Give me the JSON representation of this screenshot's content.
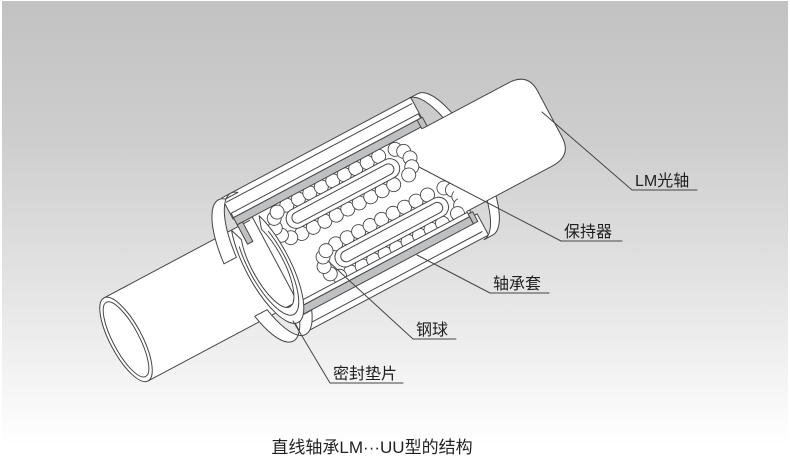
{
  "page": {
    "background_top": "#c2c2c3",
    "background_bottom": "#ffffff",
    "line_color": "#454545",
    "cut_surface_color": "#bfc0c2",
    "part_fill_color": "#ffffff"
  },
  "figure": {
    "caption": "直线轴承LM···UU型的结构",
    "labels": [
      {
        "id": "lm-shaft",
        "text": "LM光轴"
      },
      {
        "id": "retainer",
        "text": "保持器"
      },
      {
        "id": "bearing-sleeve",
        "text": "轴承套"
      },
      {
        "id": "steel-ball",
        "text": "钢球"
      },
      {
        "id": "seal-gasket",
        "text": "密封垫片"
      }
    ]
  }
}
